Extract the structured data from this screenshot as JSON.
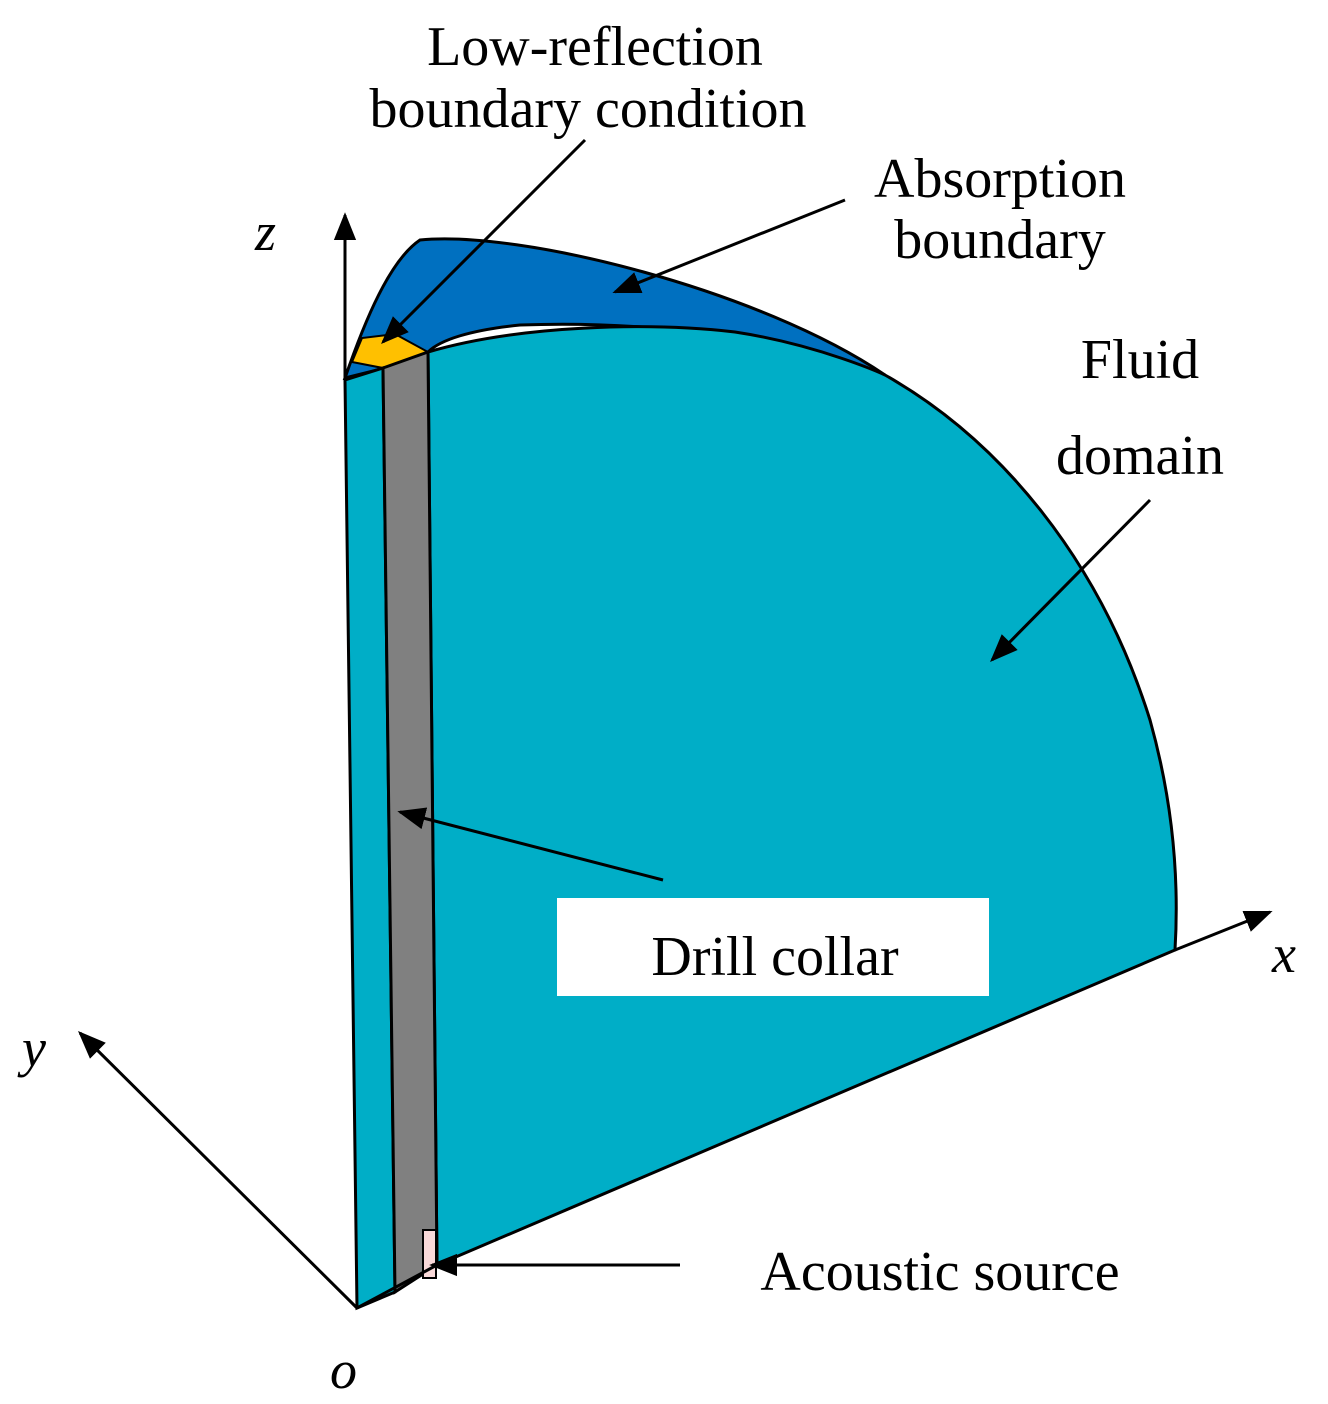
{
  "labels": {
    "low_reflection_line1": "Low-reflection",
    "low_reflection_line2": "boundary condition",
    "absorption_line1": "Absorption",
    "absorption_line2": "boundary",
    "fluid_line1": "Fluid",
    "fluid_line2": "domain",
    "drill_collar": "Drill collar",
    "acoustic_source": "Acoustic source"
  },
  "axes": {
    "z": "z",
    "x": "x",
    "y": "y",
    "origin": "o"
  },
  "colors": {
    "fluid_domain": "#00AEC7",
    "absorption_boundary": "#0070C0",
    "low_reflection_boundary": "#FFC000",
    "drill_collar": "#808080",
    "acoustic_source": "#F9D9D9",
    "outline": "#000000",
    "label_background": "#FFFFFF"
  }
}
